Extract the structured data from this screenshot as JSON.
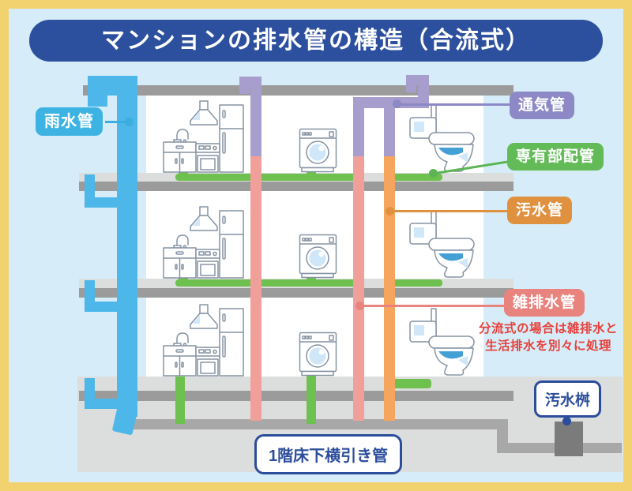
{
  "title": "マンションの排水管の構造（合流式）",
  "legend": {
    "rain_pipe": "雨水管",
    "vent_pipe": "通気管",
    "private_piping": "専有部配管",
    "soil_pipe": "汚水管",
    "misc_drain_pipe": "雑排水管"
  },
  "annotations": {
    "note_line1": "分流式の場合は雑排水と",
    "note_line2": "生活排水を別々に処理",
    "sewage_basin": "汚水桝",
    "underfloor_pipe": "1階床下横引き管"
  },
  "colors": {
    "frame": "#f2d26e",
    "background": "#d6edf9",
    "title_bg": "#2c4f9e",
    "rain_label": "#3db3e3",
    "rain_pipe": "#4cb7e8",
    "vent_label": "#8d88c6",
    "vent_pipe": "#a79ecd",
    "private_label": "#63bb58",
    "private_pipe": "#6ec04f",
    "soil_label": "#e0913f",
    "soil_pipe": "#f6a55e",
    "misc_label": "#e8837d",
    "misc_pipe": "#f0a099",
    "note_text": "#e8403a",
    "outline_box": "#2b4d9b",
    "slab": "#9b9b9b",
    "ground": "#dcdddd",
    "drain_pipe": "#a8a8a8",
    "basin": "#7b7b7b"
  },
  "icons": {
    "kitchen": "kitchen-icon",
    "washing_machine": "washing-machine-icon",
    "toilet": "toilet-icon"
  }
}
